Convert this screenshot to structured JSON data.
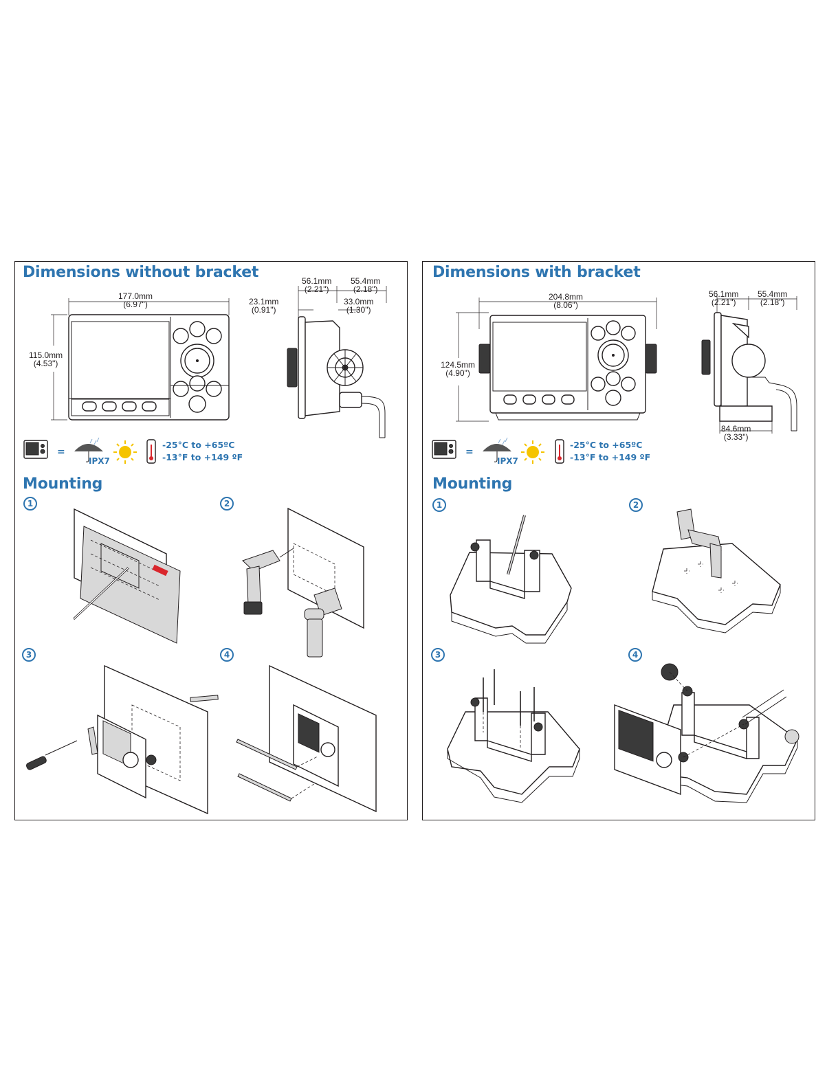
{
  "left_panel": {
    "title": "Dimensions without bracket",
    "dims": {
      "width_mm": "177.0mm",
      "width_in": "(6.97\")",
      "height_mm": "115.0mm",
      "height_in": "(4.53\")",
      "depth1_mm": "56.1mm",
      "depth1_in": "(2.21\")",
      "depth2_mm": "55.4mm",
      "depth2_in": "(2.18\")",
      "front_mm": "23.1mm",
      "front_in": "(0.91\")",
      "rear_mm": "33.0mm",
      "rear_in": "(1.30\")"
    },
    "spec": {
      "equals": "=",
      "ipx": "IPX7",
      "temp_c": "-25°C to +65ºC",
      "temp_f": "-13°F to +149 ºF"
    },
    "mounting_title": "Mounting",
    "steps": [
      "1",
      "2",
      "3",
      "4"
    ]
  },
  "right_panel": {
    "title": "Dimensions with bracket",
    "dims": {
      "width_mm": "204.8mm",
      "width_in": "(8.06\")",
      "height_mm": "124.5mm",
      "height_in": "(4.90\")",
      "depth1_mm": "56.1mm",
      "depth1_in": "(2.21\")",
      "depth2_mm": "55.4mm",
      "depth2_in": "(2.18\")",
      "base_mm": "84.6mm",
      "base_in": "(3.33\")"
    },
    "spec": {
      "equals": "=",
      "ipx": "IPX7",
      "temp_c": "-25°C to +65ºC",
      "temp_f": "-13°F to +149 ºF"
    },
    "mounting_title": "Mounting",
    "steps": [
      "1",
      "2",
      "3",
      "4"
    ]
  },
  "colors": {
    "accent": "#2e75b0",
    "line": "#231f20",
    "thermo_red": "#d9262c",
    "sun": "#f5c400"
  },
  "icons": [
    "device-icon",
    "umbrella-rain-icon",
    "sun-icon",
    "thermometer-icon",
    "drill-icon",
    "screwdriver-icon",
    "pen-icon"
  ]
}
